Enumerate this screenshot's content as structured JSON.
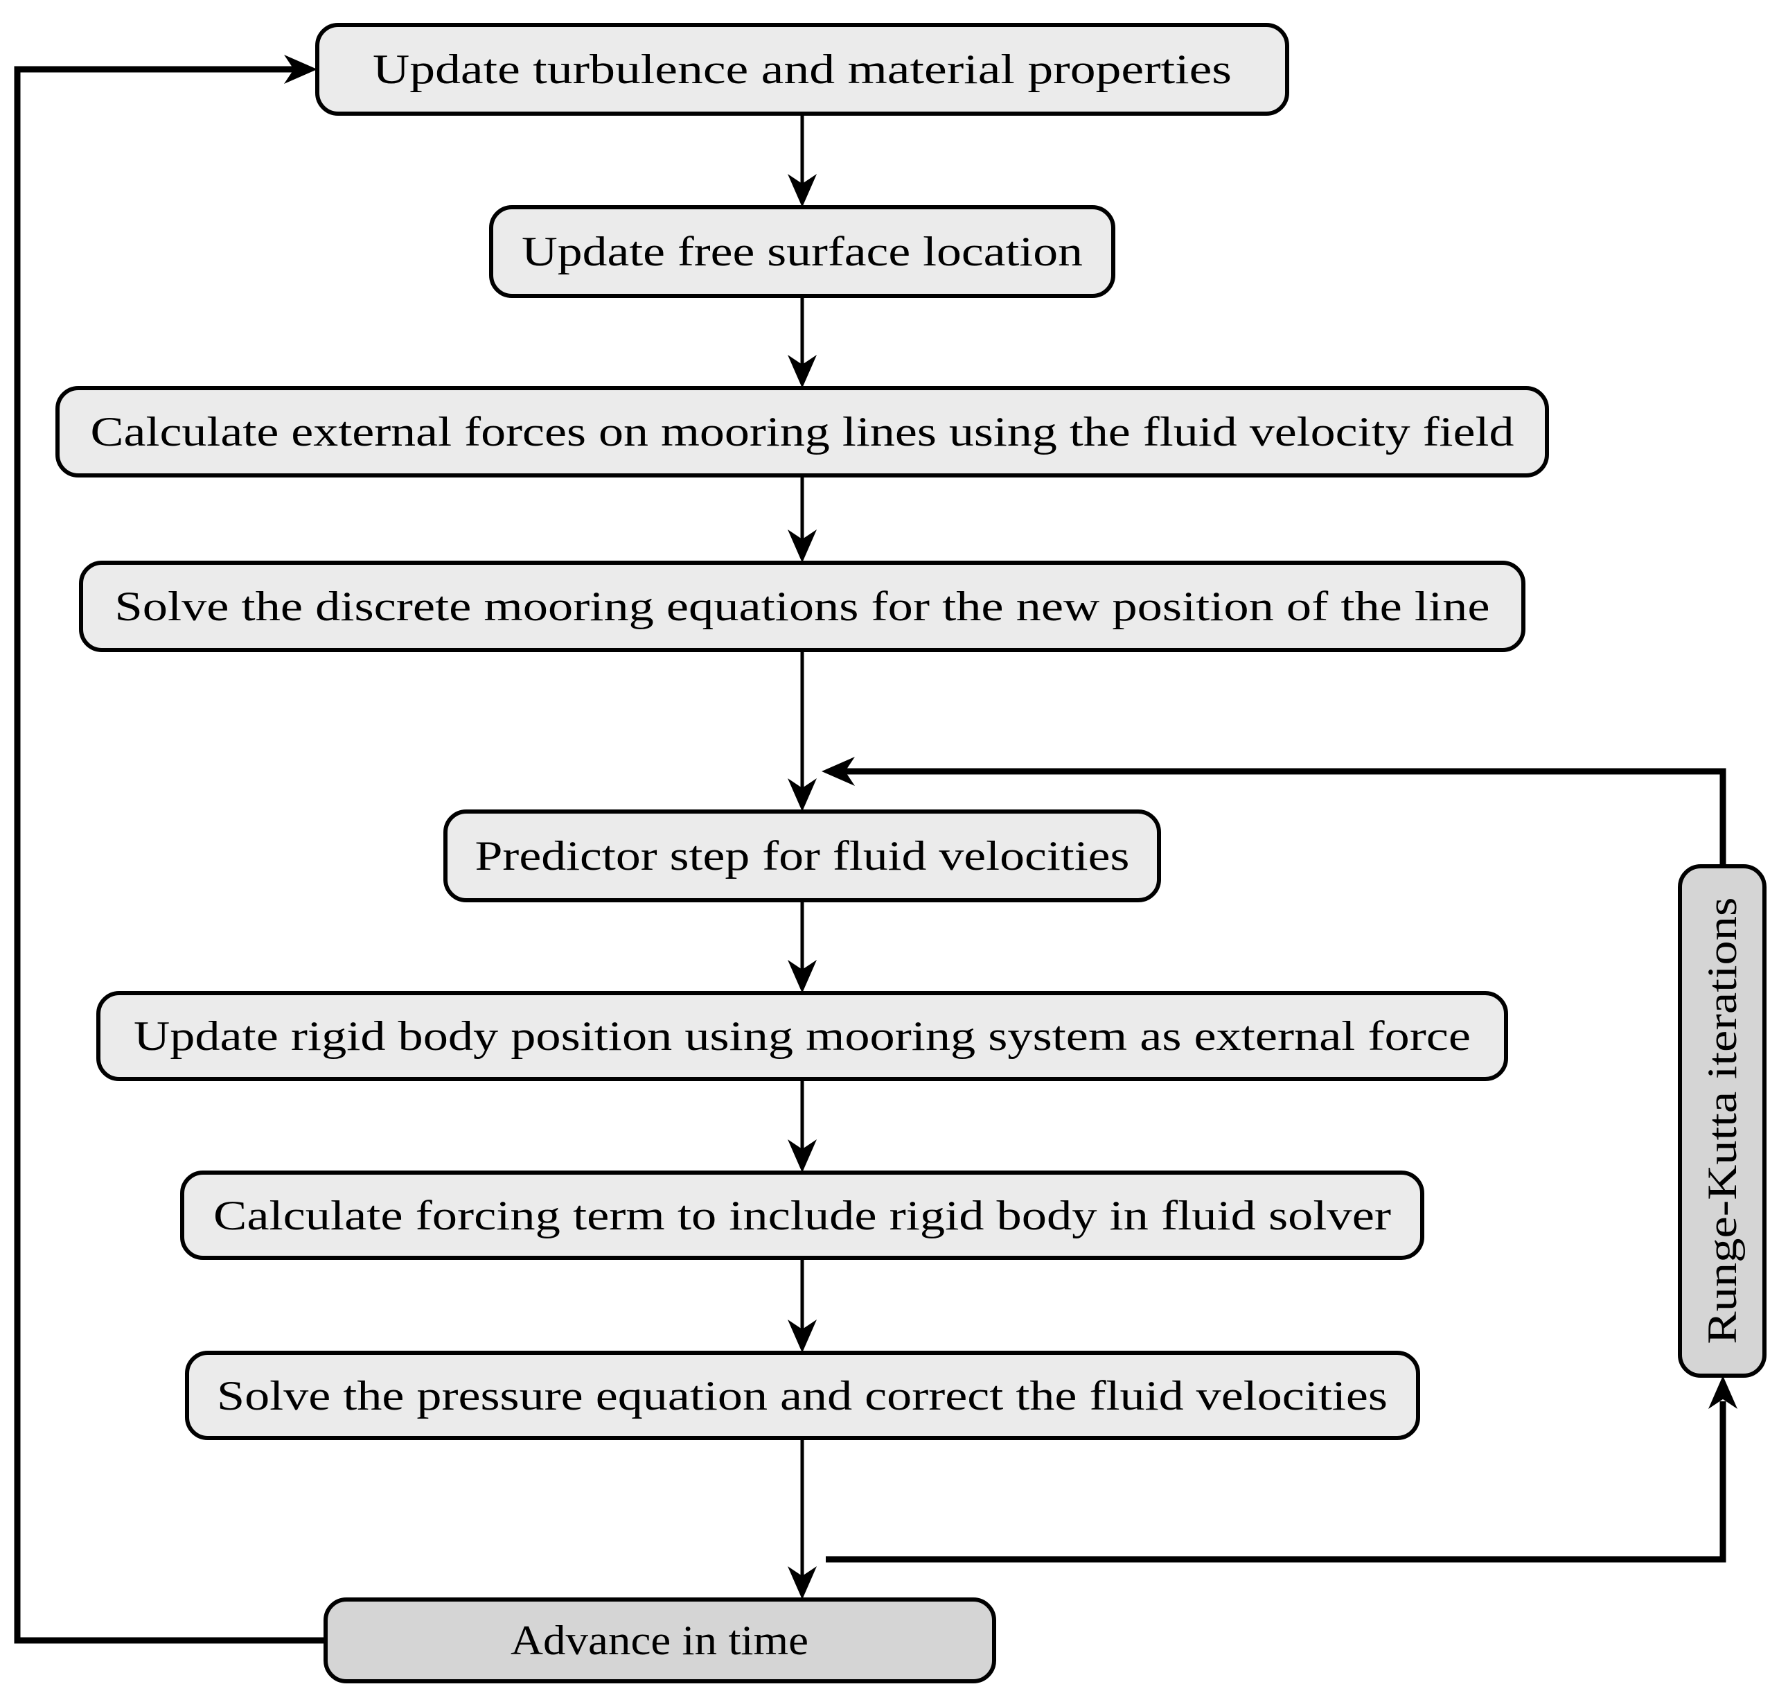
{
  "diagram": {
    "type": "flowchart",
    "background": "#ffffff",
    "colors": {
      "step_fill": "#ebebeb",
      "loop_node_fill": "#d5d5d5",
      "stroke": "#000000",
      "text": "#000000"
    },
    "nodes": [
      {
        "id": "update-turbulence",
        "label": "Update turbulence and material properties"
      },
      {
        "id": "update-free-surface",
        "label": "Update free surface location"
      },
      {
        "id": "calculate-external-forces",
        "label": "Calculate external forces on mooring lines using the fluid velocity field"
      },
      {
        "id": "solve-mooring-equations",
        "label": "Solve the discrete mooring equations for the new position of the line"
      },
      {
        "id": "predictor-step",
        "label": "Predictor step for fluid velocities"
      },
      {
        "id": "update-rigid-body",
        "label": "Update rigid body position using mooring system as external force"
      },
      {
        "id": "calculate-forcing-term",
        "label": "Calculate forcing term to include rigid body in fluid solver"
      },
      {
        "id": "solve-pressure-equation",
        "label": "Solve the pressure equation and correct the fluid velocities"
      },
      {
        "id": "advance-in-time",
        "label": "Advance in time"
      },
      {
        "id": "runge-kutta",
        "label": "Runge-Kutta iterations"
      }
    ],
    "edges": [
      {
        "from": "update-turbulence",
        "to": "update-free-surface"
      },
      {
        "from": "update-free-surface",
        "to": "calculate-external-forces"
      },
      {
        "from": "calculate-external-forces",
        "to": "solve-mooring-equations"
      },
      {
        "from": "solve-mooring-equations",
        "to": "predictor-step"
      },
      {
        "from": "predictor-step",
        "to": "update-rigid-body"
      },
      {
        "from": "update-rigid-body",
        "to": "calculate-forcing-term"
      },
      {
        "from": "calculate-forcing-term",
        "to": "solve-pressure-equation"
      },
      {
        "from": "solve-pressure-equation",
        "to": "advance-in-time"
      },
      {
        "from": "advance-in-time",
        "to": "update-turbulence",
        "via": "outer-time-loop"
      },
      {
        "from": "solve-pressure-equation",
        "to": "runge-kutta",
        "via": "runge-kutta-loop"
      },
      {
        "from": "runge-kutta",
        "to": "predictor-step",
        "via": "runge-kutta-loop"
      }
    ]
  }
}
